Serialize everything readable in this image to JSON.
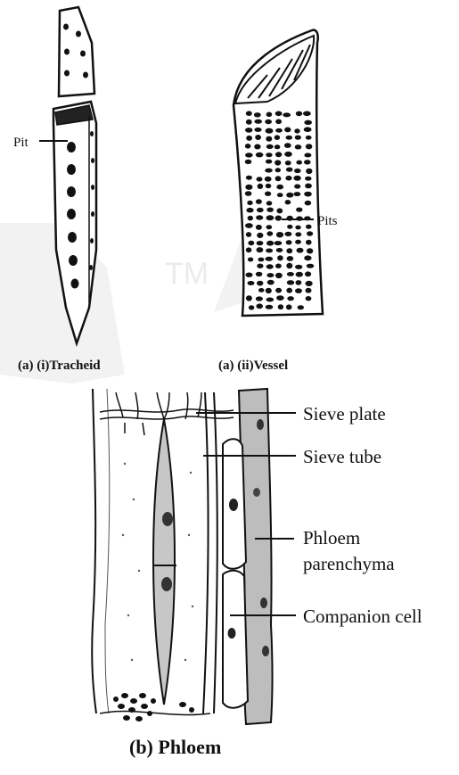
{
  "panels": {
    "tracheid": {
      "caption": "(a) (i)Tracheid",
      "pit_label": "Pit"
    },
    "vessel": {
      "caption": "(a) (ii)Vessel",
      "pits_label": "Pits"
    },
    "phloem": {
      "caption": "(b) Phloem",
      "labels": {
        "sieve_plate": "Sieve plate",
        "sieve_tube": "Sieve tube",
        "phloem_parenchyma_1": "Phloem",
        "phloem_parenchyma_2": "parenchyma",
        "companion_cell": "Companion cell"
      }
    }
  },
  "watermark": {
    "text": "TM"
  },
  "colors": {
    "ink": "#111111",
    "cell_shade": "#bdbdbd",
    "watermark": "#d9d9d9"
  }
}
